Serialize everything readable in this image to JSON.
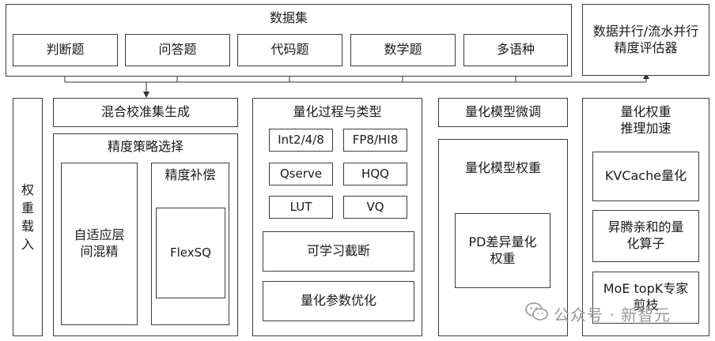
{
  "dataset": {
    "title": "数据集",
    "items": [
      "判断题",
      "问答题",
      "代码题",
      "数学题",
      "多语种"
    ]
  },
  "evaluator": {
    "label": "数据并行/流水并行\n精度评估器"
  },
  "weight_loading": {
    "label": "权\n重\n载\n入"
  },
  "calibration": {
    "label": "混合校准集生成"
  },
  "precision_strategy": {
    "title": "精度策略选择",
    "adaptive": "自适应层\n间混精",
    "compensation_title": "精度补偿",
    "flexsq": "FlexSQ"
  },
  "quant_process": {
    "title": "量化过程与类型",
    "types": [
      "Int2/4/8",
      "FP8/HI8",
      "Qserve",
      "HQQ",
      "LUT",
      "VQ"
    ],
    "learnable_truncation": "可学习截断",
    "param_optimization": "量化参数优化"
  },
  "finetune": {
    "title": "量化模型微调",
    "weights_title": "量化模型权重",
    "pd_weights": "PD差异量化\n权重"
  },
  "inference": {
    "title": "量化权重\n推理加速",
    "items": [
      "KVCache量化",
      "昇腾亲和的量\n化算子",
      "MoE topK专家\n剪枝"
    ]
  },
  "watermark": {
    "text": "公众号 · 新智元",
    "icon": "wechat-icon"
  }
}
